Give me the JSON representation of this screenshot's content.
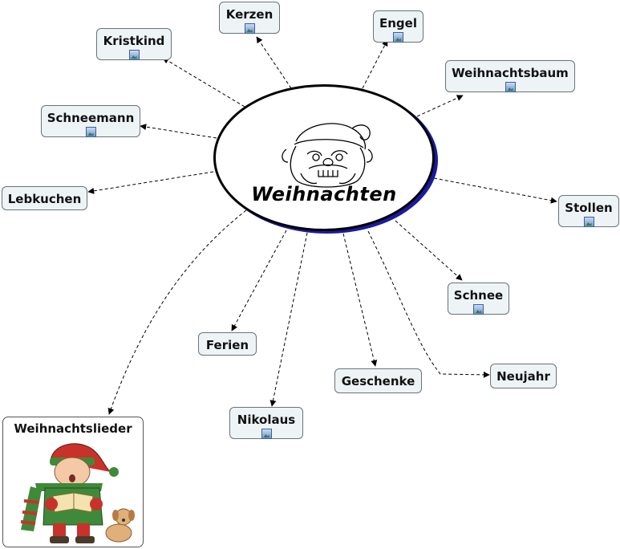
{
  "center": {
    "title": "Weihnachten",
    "image": "santa-face"
  },
  "nodes": {
    "kerzen": {
      "label": "Kerzen",
      "icon": "image-icon"
    },
    "engel": {
      "label": "Engel",
      "icon": "image-icon"
    },
    "kristkind": {
      "label": "Kristkind",
      "icon": "image-icon"
    },
    "weihnachtsbaum": {
      "label": "Weihnachtsbaum",
      "icon": "image-icon"
    },
    "schneemann": {
      "label": "Schneemann",
      "icon": "image-icon"
    },
    "lebkuchen": {
      "label": "Lebkuchen"
    },
    "stollen": {
      "label": "Stollen",
      "icon": "image-icon"
    },
    "schnee": {
      "label": "Schnee",
      "icon": "image-icon"
    },
    "ferien": {
      "label": "Ferien"
    },
    "geschenke": {
      "label": "Geschenke"
    },
    "neujahr": {
      "label": "Neujahr"
    },
    "nikolaus": {
      "label": "Nikolaus",
      "icon": "image-icon"
    },
    "weihnachtslieder": {
      "label": "Weihnachtslieder",
      "image": "caroling-child-with-dog"
    }
  },
  "colors": {
    "node_fill": "#eef4f6",
    "node_border": "#6a7378",
    "center_shadow": "#1a1aa0"
  }
}
